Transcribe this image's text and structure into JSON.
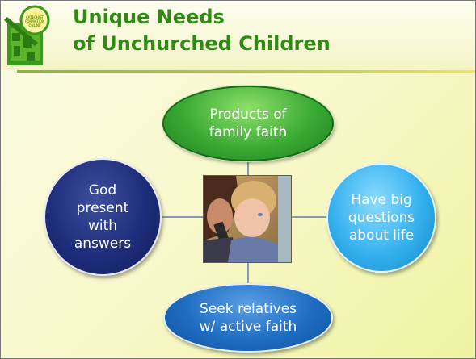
{
  "slide": {
    "title_line1": "Unique Needs",
    "title_line2": "of Unchurched Children",
    "nodes": {
      "top": "Products of\nfamily faith",
      "left": "God\npresent\nwith\nanswers",
      "right": "Have big\nquestions\nabout life",
      "bottom": "Seek relatives\nw/ active faith"
    },
    "photo_icon": "mother-and-child-photo",
    "logo_icon": "catechist-logo-icon"
  },
  "colors": {
    "title": "#2e8a11",
    "top_node": "#3aaa34",
    "left_node": "#1e2d7a",
    "right_node": "#34b0ee",
    "bottom_node": "#1e6dc2",
    "accent_line": "#8ab92e"
  }
}
